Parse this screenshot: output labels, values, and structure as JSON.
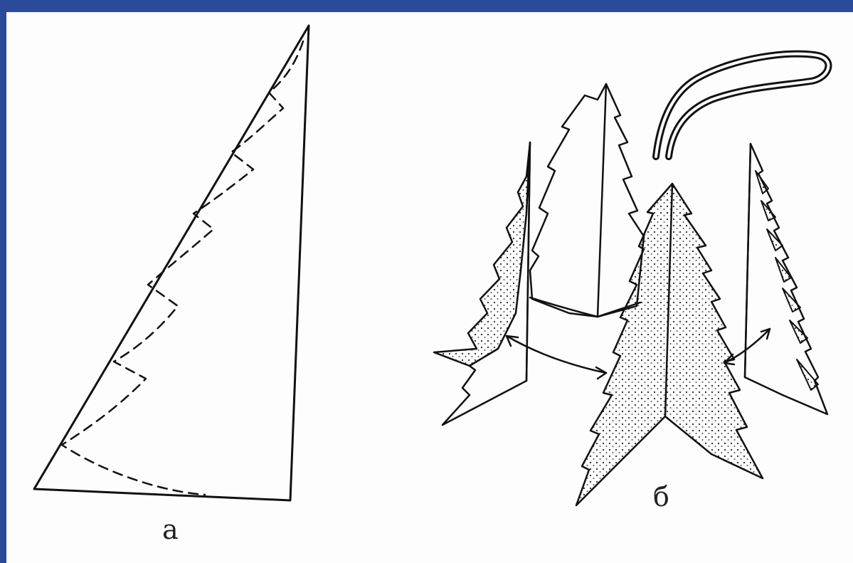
{
  "figure": {
    "panels": [
      {
        "id": "a",
        "label": "а"
      },
      {
        "id": "b",
        "label": "б"
      }
    ],
    "colors": {
      "border": "#2a4a9a",
      "ink": "#111111",
      "paper": "#fdfdfd"
    }
  }
}
